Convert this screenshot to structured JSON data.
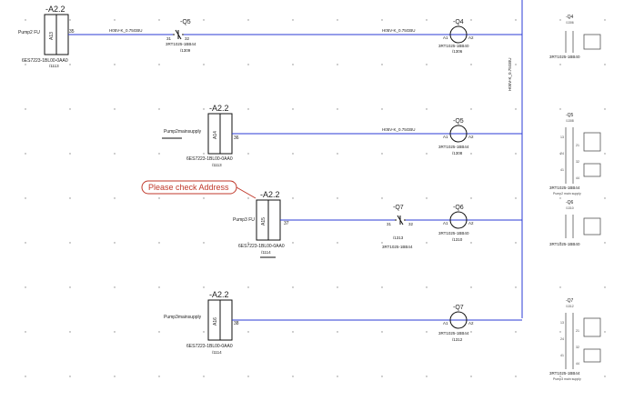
{
  "modules": [
    {
      "id": "m1",
      "tag": "-A2.2",
      "pin": "A13",
      "terminal": "35",
      "name": "Pump2 FU",
      "part": "6ES7223-1BL00-0AA0",
      "ref": "/1113"
    },
    {
      "id": "m2",
      "tag": "-A2.2",
      "pin": "A14",
      "terminal": "36",
      "name": "Pump2mainsupply",
      "part": "6ES7223-1BL00-0AA0",
      "ref": "/1113"
    },
    {
      "id": "m3",
      "tag": "-A2.2",
      "pin": "A15",
      "terminal": "37",
      "name": "Pump3 FU",
      "part": "6ES7223-1BL00-0AA0",
      "ref": "/1114"
    },
    {
      "id": "m4",
      "tag": "-A2.2",
      "pin": "A16",
      "terminal": "38",
      "name": "Pump3mainsupply",
      "part": "6ES7223-1BL00-0AA0",
      "ref": "/1114"
    }
  ],
  "contacts": [
    {
      "id": "c1",
      "tag": "-Q5",
      "pin_left": "31",
      "pin_right": "32",
      "part": "3RT1025-1BB44",
      "ref": "/1309"
    },
    {
      "id": "c2",
      "tag": "-Q7",
      "pin_left": "31",
      "pin_right": "32",
      "ref": "/1313",
      "part": "3RT1025-1BB44"
    }
  ],
  "coils": [
    {
      "id": "k1",
      "tag": "-Q4",
      "a1": "A1",
      "a2": "A2",
      "part": "3RT1025-1BB40",
      "ref": "/1306"
    },
    {
      "id": "k2",
      "tag": "-Q5",
      "a1": "A1",
      "a2": "A2",
      "part": "3RT1025-1BB44",
      "ref": "/1308"
    },
    {
      "id": "k3",
      "tag": "-Q6",
      "a1": "A1",
      "a2": "A2",
      "part": "3RT1025-1BB40",
      "ref": "/1310"
    },
    {
      "id": "k4",
      "tag": "-Q7",
      "a1": "A1",
      "a2": "A2",
      "part": "3RT1025-1BB44",
      "ref": "/1312"
    }
  ],
  "wire_labels": {
    "w1": "H05V-K_0.75GBU",
    "w2": "H05V-K_0.75GBU",
    "w3": "H05V-K_0.75GBU",
    "vertical": "H05V-K_0.75GBU"
  },
  "warning": "Please check Address",
  "right_refs": [
    {
      "id": "r1",
      "tag": "-Q4",
      "sub": "/1306",
      "part": "3RT1025-1BB40"
    },
    {
      "id": "r2",
      "tag": "-Q5",
      "sub": "/1308",
      "part": "3RT1025-1BB44",
      "note": "Pump2 main supply"
    },
    {
      "id": "r3",
      "tag": "-Q6",
      "sub": "/1310",
      "part": "3RT1025-1BB40"
    },
    {
      "id": "r4",
      "tag": "-Q7",
      "sub": "/1312",
      "part": "3RT1025-1BB44",
      "note": "Pump3 main supply"
    }
  ],
  "contact_numbers": [
    "13",
    "14",
    "21",
    "22",
    "24",
    "31",
    "32",
    "34",
    "41",
    "42",
    "44",
    "43"
  ],
  "colors": {
    "wire": "#2b3bd6",
    "warning": "#c0392b",
    "line": "#111111"
  }
}
